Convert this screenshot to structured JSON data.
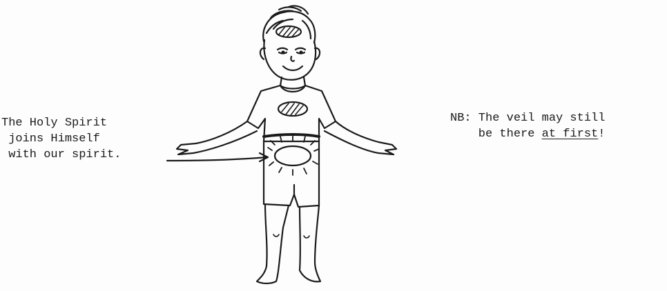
{
  "left_note": {
    "line1": "The Holy Spirit",
    "line2": " joins Himself",
    "line3": " with our spirit."
  },
  "right_note": {
    "line1": "NB: The veil may still",
    "line2_before": "    be there ",
    "line2_underlined": "at first",
    "line2_after": "!"
  },
  "illustration": {
    "subject": "child-figure",
    "colors": {
      "ink": "#1a1a1a",
      "paper": "#fdfdfd"
    }
  }
}
